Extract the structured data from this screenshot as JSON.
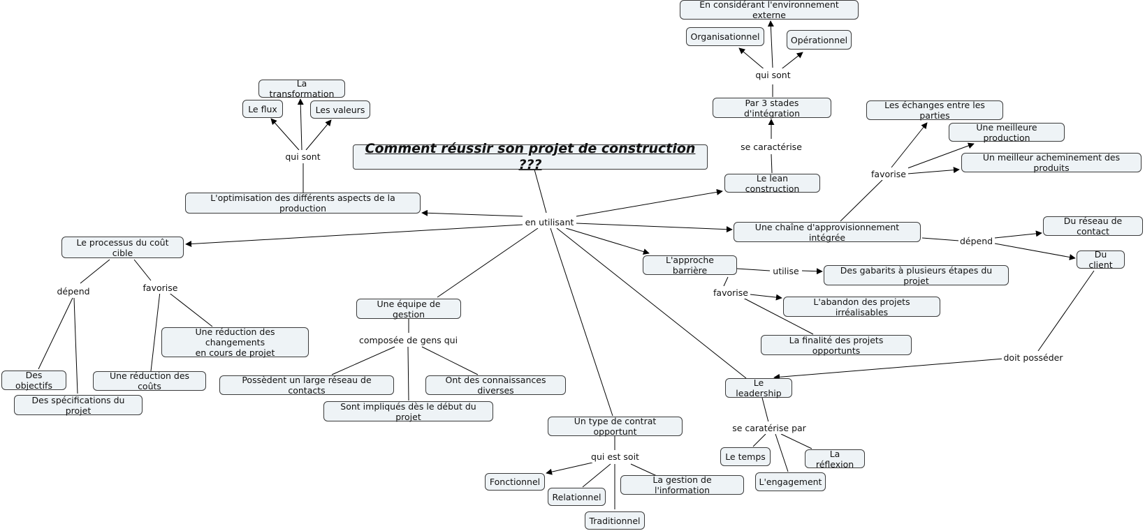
{
  "concepts": {
    "main": "Comment réussir son projet de construction ???",
    "optimisation": "L'optimisation des différents aspects de la production",
    "transformation": "La transformation",
    "flux": "Le flux",
    "valeurs": "Les valeurs",
    "cout_cible": "Le processus du coût cible",
    "objectifs": "Des objectifs",
    "specifications": "Des spécifications du projet",
    "reduction_couts": "Une réduction des coûts",
    "reduction_changements": "Une réduction des changements\nen cours de projet",
    "equipe": "Une équipe de gestion",
    "contacts": "Possèdent un large réseau de contacts",
    "impliques": "Sont impliqués dès le début du projet",
    "connaissances": "Ont des connaissances diverses",
    "contrat": "Un type de contrat opportunt",
    "fonctionnel": "Fonctionnel",
    "relationnel": "Relationnel",
    "traditionnel": "Traditionnel",
    "gestion_info": "La gestion de l'information",
    "leadership": "Le leadership",
    "temps": "Le temps",
    "reflexion": "La réflexion",
    "engagement": "L'engagement",
    "barriere": "L'approche barrière",
    "gabarits": "Des gabarits à plusieurs étapes du projet",
    "abandon": "L'abandon des projets irréalisables",
    "finalite": "La finalité des projets opportunts",
    "lean": "Le lean construction",
    "stades": "Par 3 stades d'intégration",
    "environnement": "En considérant l'environnement externe",
    "organisationnel": "Organisationnel",
    "operationnel": "Opérationnel",
    "chaine": "Une chaîne d'approvisionnement intégrée",
    "echanges": "Les échanges entre les parties",
    "meilleure_production": "Une meilleure production",
    "acheminement": "Un meilleur acheminement des produits",
    "reseau": "Du réseau de contact",
    "client": "Du client"
  },
  "links": {
    "en_utilisant": "en utilisant",
    "qui_sont_flux": "qui sont",
    "depend_cout": "dépend",
    "favorise_cout": "favorise",
    "composee": "composée de gens qui",
    "qui_est_soit": "qui est soit",
    "caraterise_par": "se caratérise par",
    "utilise": "utilise",
    "favorise_barriere": "favorise",
    "se_caracterise": "se caractérise",
    "qui_sont_stades": "qui sont",
    "favorise_chaine": "favorise",
    "depend_chaine": "dépend",
    "doit_posseder": "doit posséder"
  },
  "colors": {
    "concept_fill": "#eef3f6",
    "concept_border": "#3a3a3a",
    "line": "#000000"
  }
}
